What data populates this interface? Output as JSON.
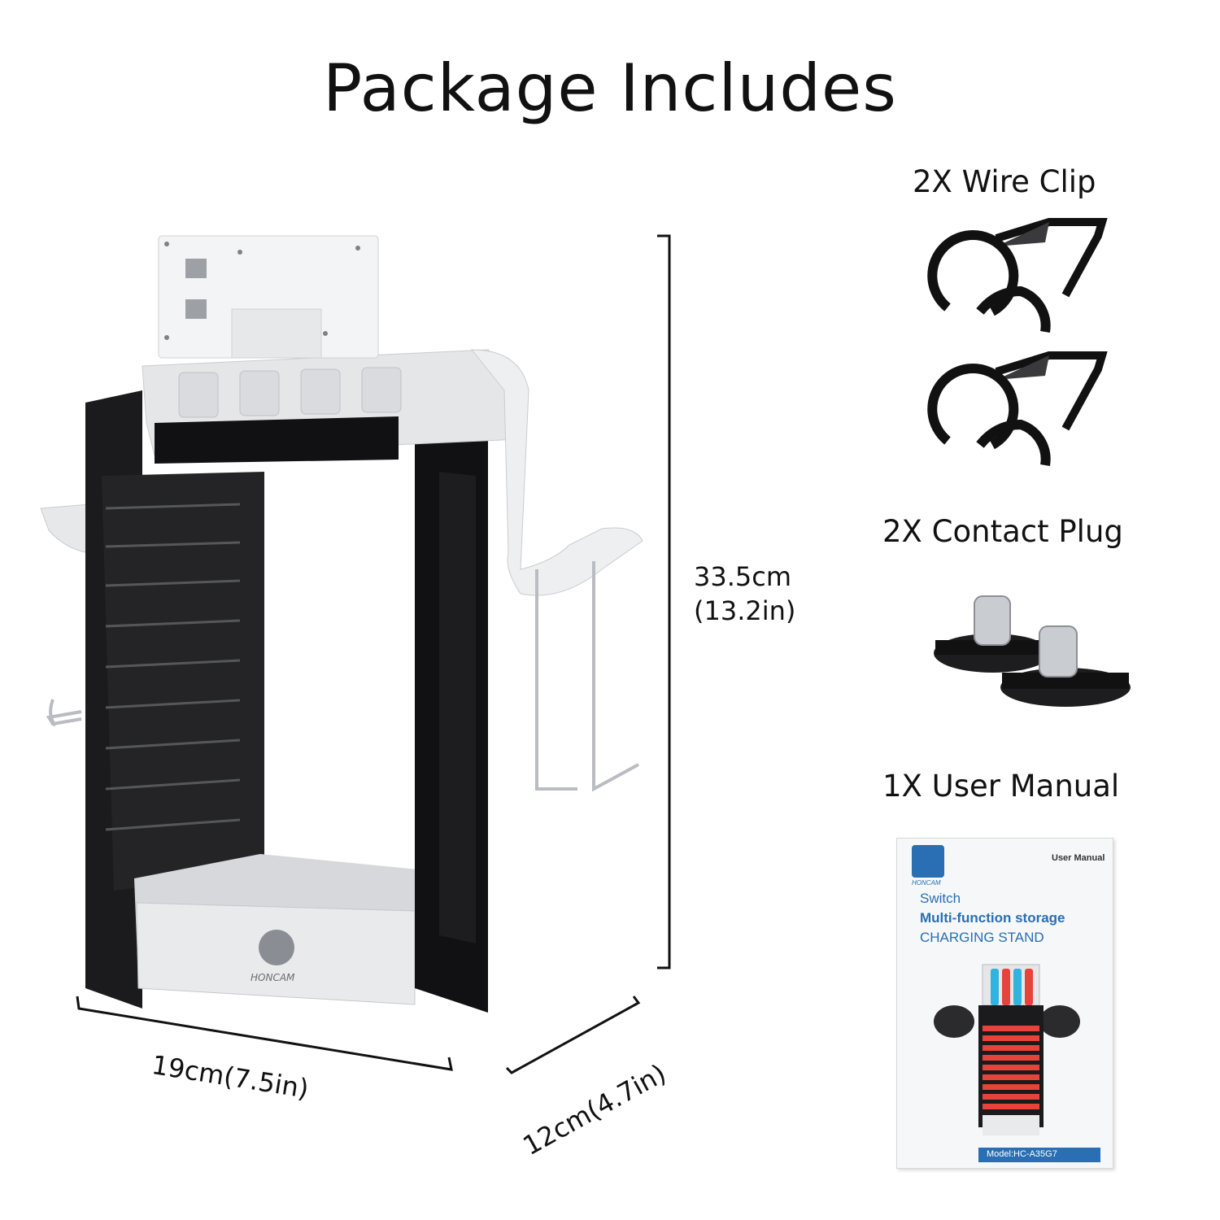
{
  "title": "Package Includes",
  "dimensions": {
    "height_cm": "33.5cm",
    "height_in": "(13.2in)",
    "width": "19cm(7.5in)",
    "depth": "12cm(4.7in)"
  },
  "stand_logo": "HONCAM",
  "items": [
    {
      "label": "2X Wire Clip"
    },
    {
      "label": "2X Contact Plug"
    },
    {
      "label": "1X User Manual"
    }
  ],
  "manual": {
    "logo": "HONCAM",
    "header": "User Manual",
    "line1": "Switch",
    "line2": "Multi-function storage",
    "line3": "CHARGING STAND",
    "model": "Model:HC-A35G7"
  },
  "colors": {
    "stand_black": "#1b1b1d",
    "stand_white": "#e9eaec",
    "manual_blue": "#2a6fb3",
    "joycon_red": "#e8433a",
    "joycon_blue": "#2fb4e0"
  }
}
